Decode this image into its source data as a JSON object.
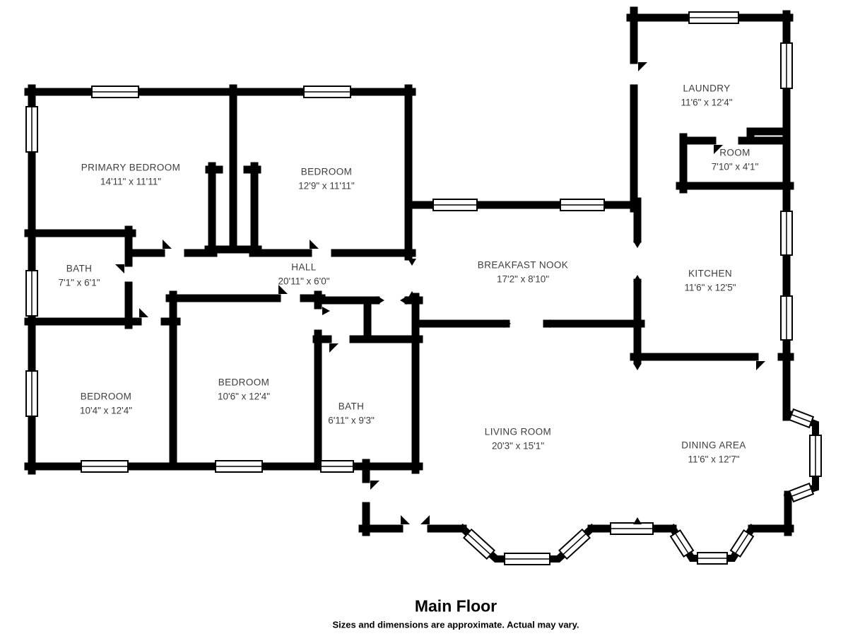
{
  "floorplan": {
    "title": "Main Floor",
    "disclaimer": "Sizes and dimensions are approximate. Actual may vary.",
    "colors": {
      "wall": "#000000",
      "background": "#ffffff",
      "text": "#3d3d3d"
    },
    "rooms": [
      {
        "name": "PRIMARY BEDROOM",
        "dims": "14'11\" x 11'11\""
      },
      {
        "name": "BEDROOM",
        "dims": "12'9\" x 11'11\""
      },
      {
        "name": "BATH",
        "dims": "7'1\" x 6'1\""
      },
      {
        "name": "HALL",
        "dims": "20'11\" x 6'0\""
      },
      {
        "name": "BEDROOM",
        "dims": "10'4\" x 12'4\""
      },
      {
        "name": "BEDROOM",
        "dims": "10'6\" x 12'4\""
      },
      {
        "name": "BATH",
        "dims": "6'11\" x 9'3\""
      },
      {
        "name": "BREAKFAST NOOK",
        "dims": "17'2\" x 8'10\""
      },
      {
        "name": "KITCHEN",
        "dims": "11'6\" x 12'5\""
      },
      {
        "name": "LAUNDRY",
        "dims": "11'6\" x 12'4\""
      },
      {
        "name": "ROOM",
        "dims": "7'10\" x 4'1\""
      },
      {
        "name": "LIVING ROOM",
        "dims": "20'3\" x 15'1\""
      },
      {
        "name": "DINING AREA",
        "dims": "11'6\" x 12'7\""
      }
    ]
  }
}
